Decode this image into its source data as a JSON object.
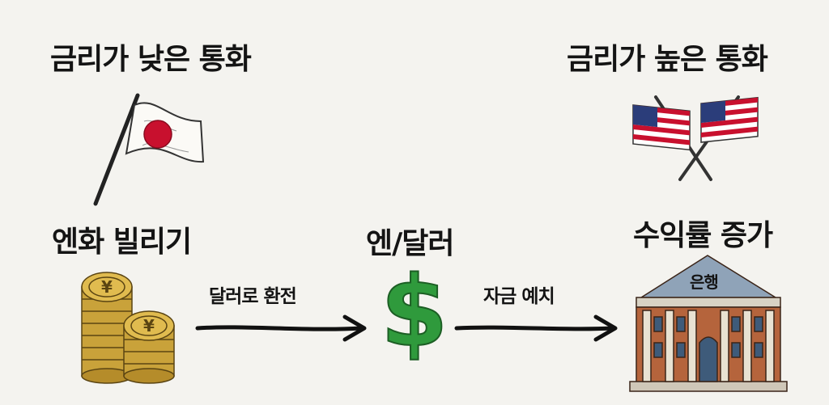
{
  "headings": {
    "low_rate": "금리가 낮은 통화",
    "high_rate": "금리가 높은 통화"
  },
  "steps": {
    "borrow_yen": "엔화 빌리기",
    "yen_dollar": "엔/달러",
    "profit_increase": "수익률 증가"
  },
  "arrows": {
    "exchange": "달러로 환전",
    "deposit": "자금 예치"
  },
  "bank": {
    "sign": "은행"
  },
  "colors": {
    "flag_red": "#c8102e",
    "dollar_green": "#2f9a3c",
    "coin_gold": "#c9a23a",
    "bank_brick": "#b5643c",
    "us_blue": "#2b3d7a"
  }
}
